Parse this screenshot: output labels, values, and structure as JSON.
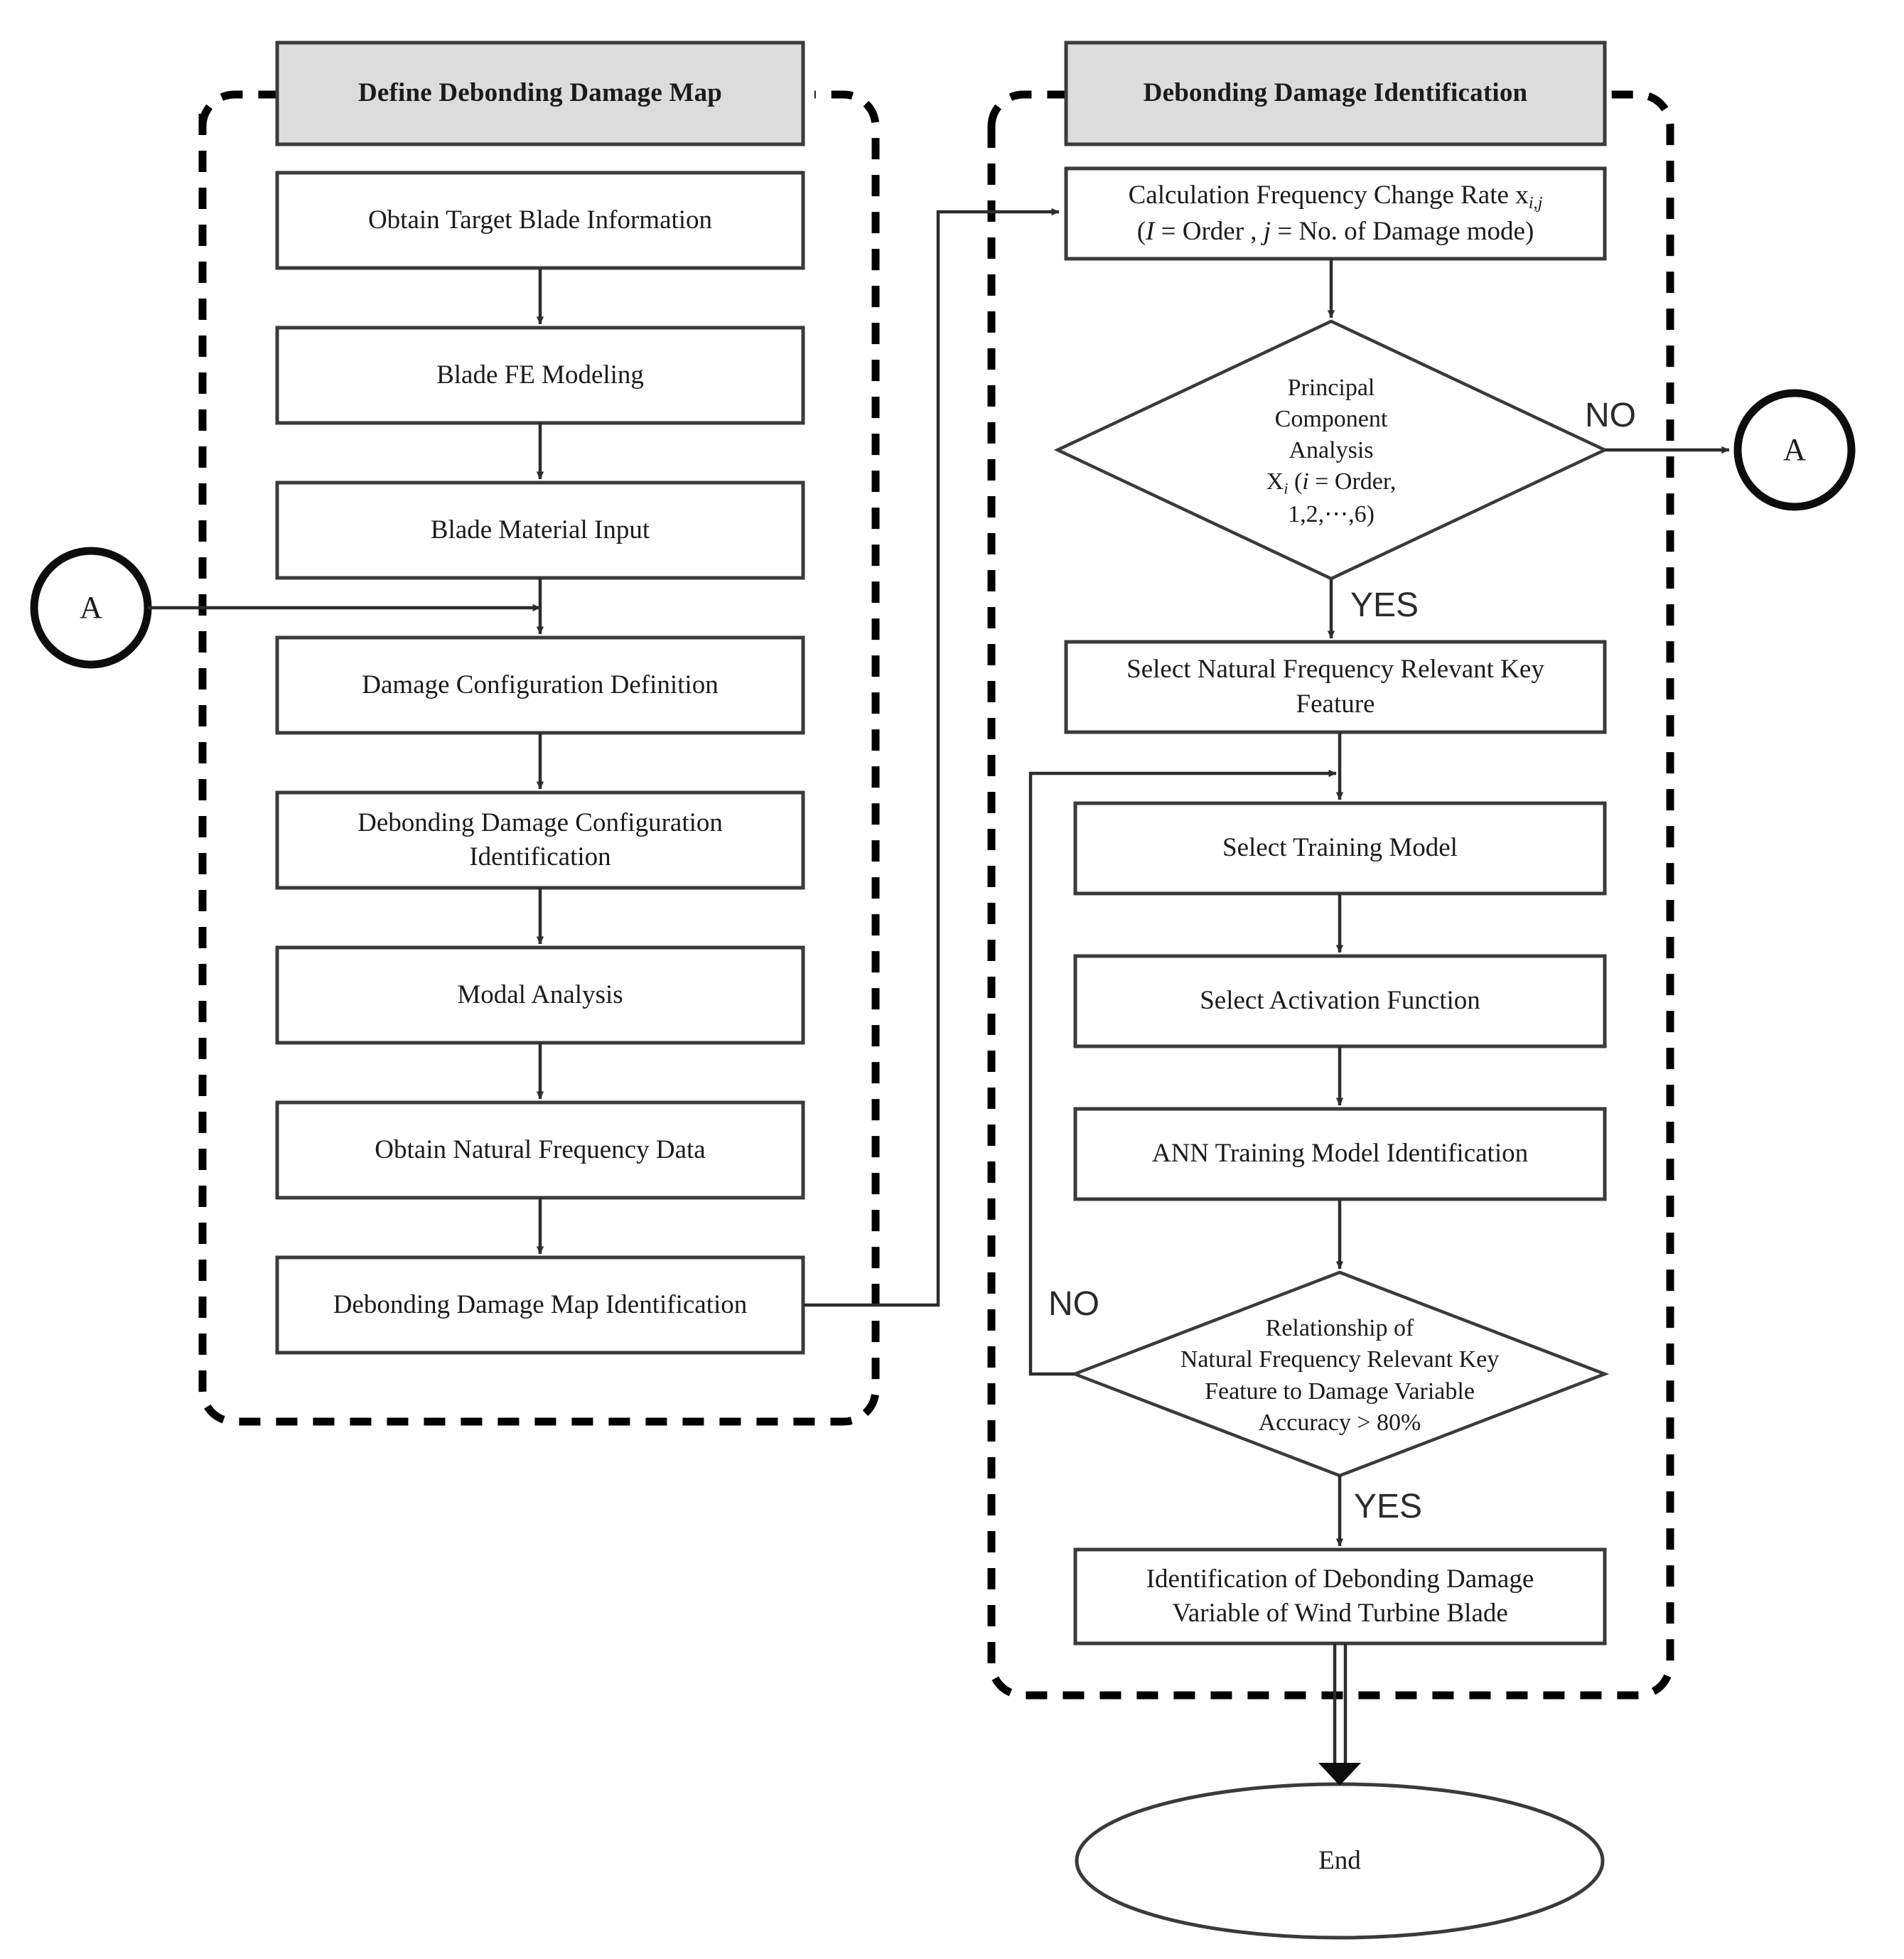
{
  "diagram": {
    "type": "flowchart",
    "title_left": "Define Debonding Damage Map",
    "title_right": "Debonding Damage Identification",
    "colors": {
      "header_fill": "#dcdcdc",
      "stroke": "#3a3a3a",
      "box_fill": "#ffffff",
      "text": "#1b1b1b",
      "panel_border": "#000000"
    }
  },
  "left_panel": {
    "header": "Define Debonding Damage Map",
    "steps": [
      {
        "id": "obtain-target-blade-information",
        "label": "Obtain Target Blade Information"
      },
      {
        "id": "blade-fe-modeling",
        "label": "Blade FE Modeling"
      },
      {
        "id": "blade-material-input",
        "label": "Blade Material Input"
      },
      {
        "id": "damage-configuration-definition",
        "label": "Damage Configuration Definition"
      },
      {
        "id": "debonding-damage-configuration-identification",
        "label": "Debonding Damage Configuration\nIdentification"
      },
      {
        "id": "modal-analysis",
        "label": "Modal Analysis"
      },
      {
        "id": "obtain-natural-frequency-data",
        "label": "Obtain Natural Frequency Data"
      },
      {
        "id": "debonding-damage-map-identification",
        "label": "Debonding Damage Map Identification"
      }
    ]
  },
  "right_panel": {
    "header": "Debonding Damage Identification",
    "steps": [
      {
        "id": "calculation-frequency-change-rate",
        "label_line1": "Calculation Frequency Change Rate x",
        "label_line1_sub": "i,j",
        "label_line2": "(I =  Order , j = No. of Damage mode)"
      },
      {
        "id": "select-natural-frequency-relevant-key-feature",
        "label": "Select Natural Frequency Relevant Key\nFeature"
      },
      {
        "id": "select-training-model",
        "label": "Select Training Model"
      },
      {
        "id": "select-activation-function",
        "label": "Select Activation Function"
      },
      {
        "id": "ann-training-model-identification",
        "label": "ANN Training Model Identification"
      },
      {
        "id": "identification-of-debonding-damage-variable",
        "label": "Identification of Debonding Damage\nVariable of Wind Turbine Blade"
      }
    ],
    "decisions": [
      {
        "id": "principal-component-analysis",
        "lines": [
          "Principal",
          "Component",
          "Analysis",
          "X_i (i = Order,",
          "1,2,⋯,6)"
        ],
        "yes_label": "YES",
        "no_label": "NO"
      },
      {
        "id": "accuracy-check",
        "lines": [
          "Relationship of",
          "Natural Frequency Relevant Key",
          "Feature to Damage Variable",
          "Accuracy > 80%"
        ],
        "yes_label": "YES",
        "no_label": "NO"
      }
    ]
  },
  "connectors": {
    "left_offpage": "A",
    "right_offpage": "A"
  },
  "terminal": {
    "id": "end-terminator",
    "label": "End"
  }
}
